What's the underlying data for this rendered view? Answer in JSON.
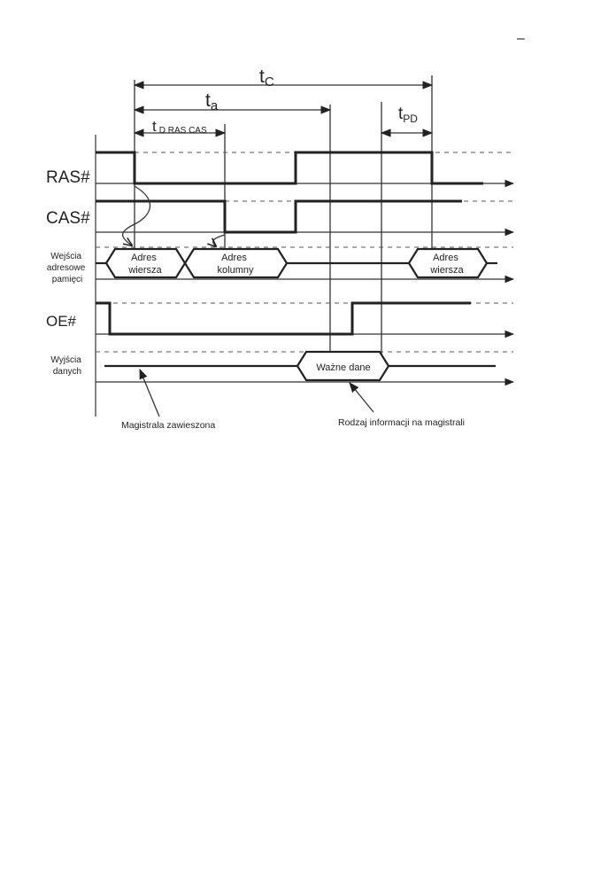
{
  "page_mark": "–",
  "timings": {
    "tc": {
      "main": "t",
      "sub": "C"
    },
    "ta": {
      "main": "t",
      "sub": "a"
    },
    "tpd": {
      "main": "t",
      "sub": "PD"
    },
    "tdrascas": {
      "main": "t",
      "sub": "D RAS CAS"
    }
  },
  "signals": {
    "ras": "RAS#",
    "cas": "CAS#",
    "addr": [
      "Wejścia",
      "adresowe",
      "pamięci"
    ],
    "oe": "OE#",
    "data": [
      "Wyjścia",
      "danych"
    ]
  },
  "bus_labels": {
    "row1": [
      "Adres",
      "wiersza"
    ],
    "col": [
      "Adres",
      "kolumny"
    ],
    "row2": [
      "Adres",
      "wiersza"
    ],
    "valid": "Ważne dane"
  },
  "annotations": {
    "hiz": "Magistrala zawieszona",
    "info": "Rodzaj informacji na magistrali"
  }
}
